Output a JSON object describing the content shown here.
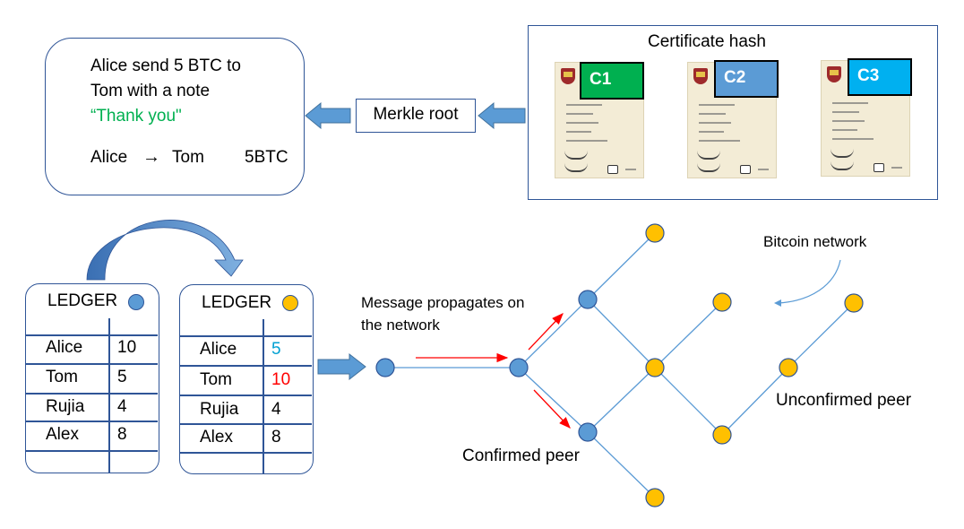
{
  "message": {
    "line1": "Alice  send 5 BTC to",
    "line2": "Tom with a note",
    "quote_open": "“",
    "quote_text": "Thank you\"",
    "from": "Alice",
    "arrow": "→",
    "to": "Tom",
    "amount": "5BTC"
  },
  "merkle": {
    "label": "Merkle root"
  },
  "certificates": {
    "title": "Certificate hash",
    "items": [
      {
        "label": "C1",
        "color": "#00b050"
      },
      {
        "label": "C2",
        "color": "#5b9bd5"
      },
      {
        "label": "C3",
        "color": "#00b0f0"
      }
    ]
  },
  "ledgers": [
    {
      "title": "LEDGER",
      "dot_color": "#5b9bd5",
      "rows": [
        {
          "name": "Alice",
          "value": "10",
          "value_color": "#000000"
        },
        {
          "name": "Tom",
          "value": "5",
          "value_color": "#000000"
        },
        {
          "name": "Rujia",
          "value": "4",
          "value_color": "#000000"
        },
        {
          "name": "Alex",
          "value": "8",
          "value_color": "#000000"
        }
      ]
    },
    {
      "title": "LEDGER",
      "dot_color": "#ffc000",
      "rows": [
        {
          "name": "Alice",
          "value": "5",
          "value_color": "#00a0d2"
        },
        {
          "name": "Tom",
          "value": "10",
          "value_color": "#ff0000"
        },
        {
          "name": "Rujia",
          "value": "4",
          "value_color": "#000000"
        },
        {
          "name": "Alex",
          "value": "8",
          "value_color": "#000000"
        }
      ]
    }
  ],
  "network": {
    "propagate_label_1": "Message propagates on",
    "propagate_label_2": "the network",
    "bitcoin_label": "Bitcoin network",
    "confirmed_label": "Confirmed peer",
    "unconfirmed_label": "Unconfirmed peer",
    "confirmed_color": "#5b9bd5",
    "unconfirmed_color": "#ffc000",
    "edge_color": "#5b9bd5",
    "propagation_arrow_color": "#ff0000"
  },
  "colors": {
    "outline": "#2f5597",
    "arrow_fill": "#5b9bd5",
    "note_green": "#00b050"
  }
}
